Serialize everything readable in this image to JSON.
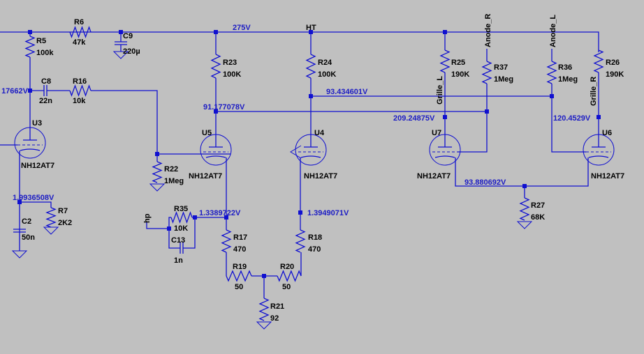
{
  "colors": {
    "background": "#c0c0c0",
    "wire": "#1010d0",
    "voltage_label": "#1c1cc4",
    "text": "#000000"
  },
  "nets": {
    "supply_voltage": "275V",
    "ht": "HT",
    "hp": "hp",
    "anode_r": "Anode_R",
    "anode_l": "Anode_L",
    "grille_l": "Grille_L",
    "grille_r": "Grille_R"
  },
  "voltages": {
    "u3_anode": "17662V",
    "u3_cathode": "1.9936508V",
    "u5_anode": "91.177078V",
    "u4_anode": "93.434601V",
    "u5_cathode": "1.3389722V",
    "u4_cathode": "1.3949071V",
    "u7_anode": "209.24875V",
    "u6_anode": "120.4529V",
    "ltp_tail": "93.880692V"
  },
  "components": {
    "R5": {
      "ref": "R5",
      "value": "100k"
    },
    "R6": {
      "ref": "R6",
      "value": "47k"
    },
    "C9": {
      "ref": "C9",
      "value": "220µ"
    },
    "C8": {
      "ref": "C8",
      "value": "22n"
    },
    "R16": {
      "ref": "R16",
      "value": "10k"
    },
    "R22": {
      "ref": "R22",
      "value": "1Meg"
    },
    "R7": {
      "ref": "R7",
      "value": "2K2"
    },
    "C2": {
      "ref": "C2",
      "value": "50n"
    },
    "R23": {
      "ref": "R23",
      "value": "100K"
    },
    "R24": {
      "ref": "R24",
      "value": "100K"
    },
    "R35": {
      "ref": "R35",
      "value": "10K"
    },
    "C13": {
      "ref": "C13",
      "value": "1n"
    },
    "R17": {
      "ref": "R17",
      "value": "470"
    },
    "R18": {
      "ref": "R18",
      "value": "470"
    },
    "R19": {
      "ref": "R19",
      "value": "50"
    },
    "R20": {
      "ref": "R20",
      "value": "50"
    },
    "R21": {
      "ref": "R21",
      "value": "92"
    },
    "R25": {
      "ref": "R25",
      "value": "190K"
    },
    "R37": {
      "ref": "R37",
      "value": "1Meg"
    },
    "R36": {
      "ref": "R36",
      "value": "1Meg"
    },
    "R26": {
      "ref": "R26",
      "value": "190K"
    },
    "R27": {
      "ref": "R27",
      "value": "68K"
    }
  },
  "tubes": {
    "U3": {
      "ref": "U3",
      "model": "NH12AT7"
    },
    "U5": {
      "ref": "U5",
      "model": "NH12AT7"
    },
    "U4": {
      "ref": "U4",
      "model": "NH12AT7"
    },
    "U7": {
      "ref": "U7",
      "model": "NH12AT7"
    },
    "U6": {
      "ref": "U6",
      "model": "NH12AT7"
    }
  }
}
